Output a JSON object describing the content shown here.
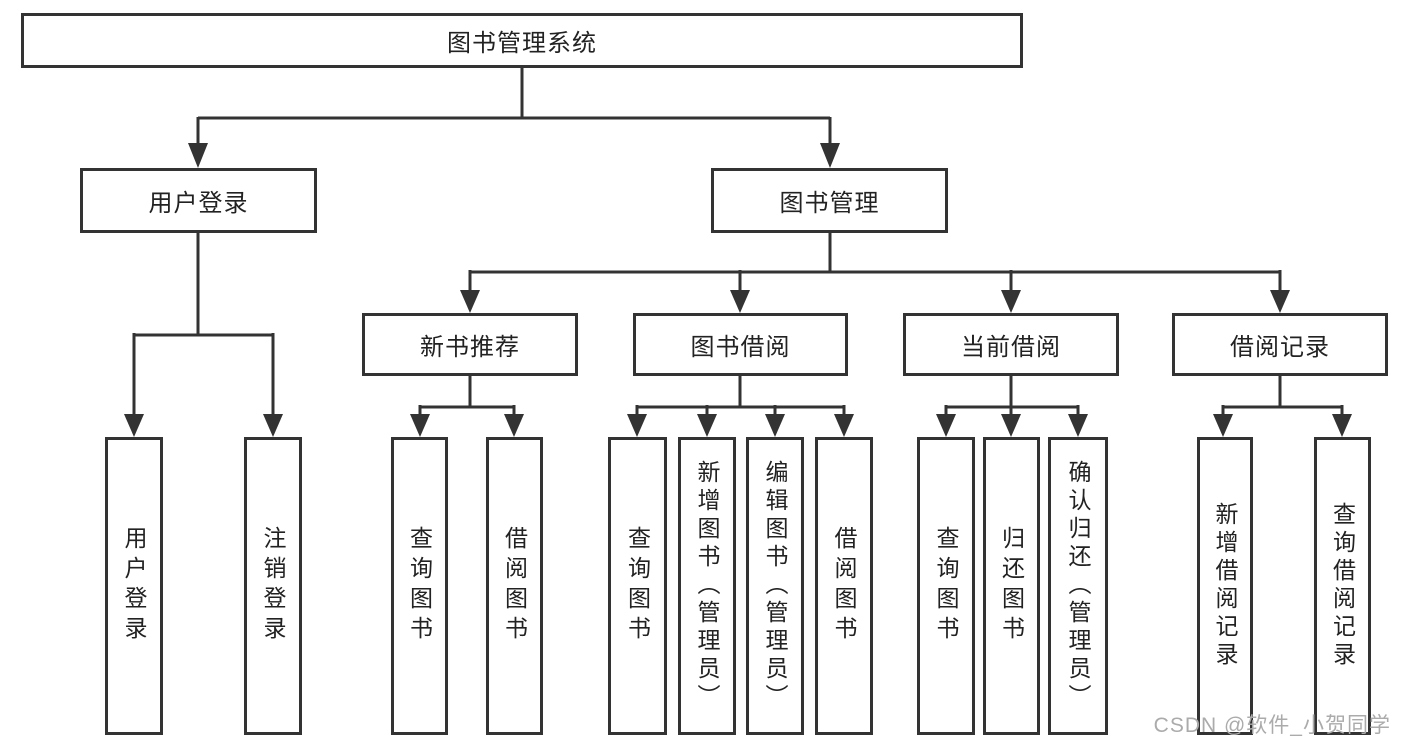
{
  "diagram": {
    "root": {
      "label": "图书管理系统"
    },
    "children": [
      {
        "label": "用户登录",
        "children": [
          {
            "label": "用户登录"
          },
          {
            "label": "注销登录"
          }
        ]
      },
      {
        "label": "图书管理",
        "children": [
          {
            "label": "新书推荐",
            "children": [
              {
                "label": "查询图书"
              },
              {
                "label": "借阅图书"
              }
            ]
          },
          {
            "label": "图书借阅",
            "children": [
              {
                "label": "查询图书"
              },
              {
                "label": "新增图书（管理员）"
              },
              {
                "label": "编辑图书（管理员）"
              },
              {
                "label": "借阅图书"
              }
            ]
          },
          {
            "label": "当前借阅",
            "children": [
              {
                "label": "查询图书"
              },
              {
                "label": "归还图书"
              },
              {
                "label": "确认归还（管理员）"
              }
            ]
          },
          {
            "label": "借阅记录",
            "children": [
              {
                "label": "新增借阅记录"
              },
              {
                "label": "查询借阅记录"
              }
            ]
          }
        ]
      }
    ]
  },
  "watermark": {
    "text": "CSDN @软件_小贺同学"
  },
  "colors": {
    "line": "#333333",
    "node_border": "#333333",
    "node_text": "#222222",
    "background": "#ffffff",
    "watermark": "#ababab"
  }
}
